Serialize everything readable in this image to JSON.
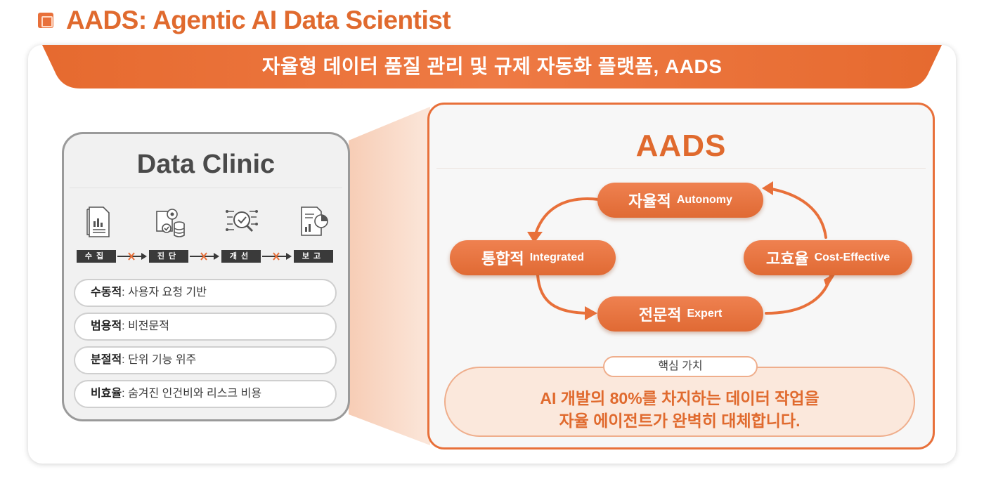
{
  "header": {
    "title": "AADS: Agentic AI Data Scientist"
  },
  "banner": {
    "text": "자율형 데이터 품질 관리 및 규제 자동화 플랫폼, AADS"
  },
  "clinic": {
    "title": "Data Clinic",
    "steps": [
      {
        "label": "수집",
        "icon": "document-chart-icon"
      },
      {
        "label": "진단",
        "icon": "gear-database-icon"
      },
      {
        "label": "개선",
        "icon": "magnifier-circuit-icon"
      },
      {
        "label": "보고",
        "icon": "report-pie-icon"
      }
    ],
    "issues": [
      {
        "term": "수동적",
        "desc": ": 사용자 요청 기반"
      },
      {
        "term": "범용적",
        "desc": ": 비전문적"
      },
      {
        "term": "분절적",
        "desc": ": 단위 기능 위주"
      },
      {
        "term": "비효율",
        "desc": ": 숨겨진 인건비와 리스크 비용"
      }
    ]
  },
  "aads": {
    "title": "AADS",
    "nodes": {
      "autonomy": {
        "ko": "자율적",
        "en": "Autonomy"
      },
      "integrated": {
        "ko": "통합적",
        "en": "Integrated"
      },
      "cost": {
        "ko": "고효율",
        "en": "Cost-Effective"
      },
      "expert": {
        "ko": "전문적",
        "en": "Expert"
      }
    },
    "core_value": {
      "tag": "핵심 가치",
      "line1": "AI 개발의 80%를 차지하는 데이터 작업을",
      "line2": "자율 에이전트가 완벽히 대체합니다."
    }
  },
  "colors": {
    "accent": "#e8703a",
    "accent_dark": "#e06a2e",
    "clinic_border": "#9a9a9a",
    "value_fill": "#fbe8dc"
  }
}
